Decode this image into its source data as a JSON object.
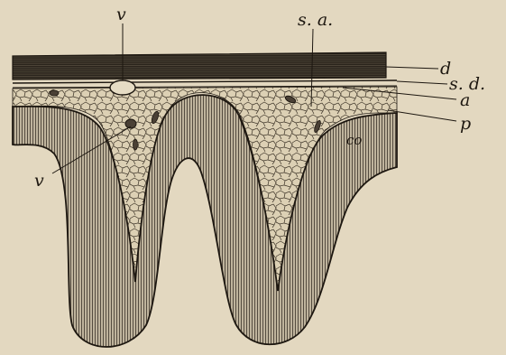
{
  "figure": {
    "labels": {
      "v_top": "v",
      "s_a": "s. a.",
      "d": "d",
      "s_d": "s. d.",
      "a": "a",
      "p": "p",
      "co": "co",
      "v_left": "v"
    }
  },
  "colors": {
    "paper": "#e3d8c0",
    "ink": "#1d1710",
    "arachnoid_fill": "#d9cdb0",
    "cortex_fill": "#b9ae98"
  }
}
